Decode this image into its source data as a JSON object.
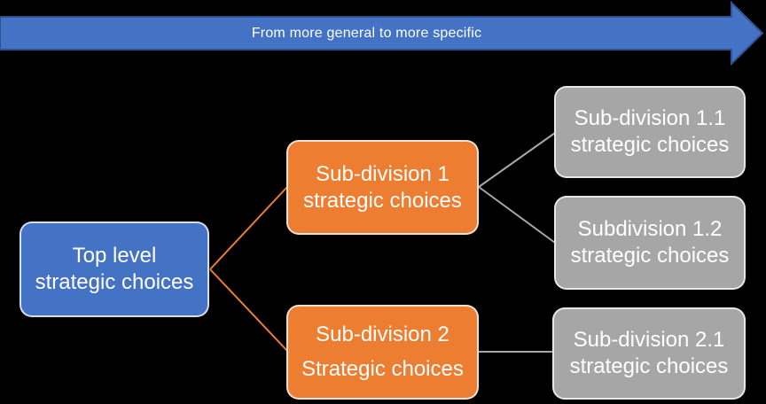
{
  "arrow": {
    "label": "From more general to more specific",
    "text_color": "#FFFFFF"
  },
  "colors": {
    "background": "#000000",
    "blue": "#4472C4",
    "blue_border": "#2F528F",
    "orange": "#ED7D31",
    "gray": "#A6A6A6",
    "node_border": "#F2F2F2",
    "node_text": "#FFFFFF",
    "connector_orange": "#ED7D31",
    "connector_gray": "#A6A6A6"
  },
  "nodes": [
    {
      "id": "top-level",
      "level": 1,
      "color": "blue",
      "lines": [
        "Top level",
        "strategic choices"
      ]
    },
    {
      "id": "sub-division-1",
      "level": 2,
      "color": "orange",
      "lines": [
        "Sub-division 1",
        "strategic choices"
      ]
    },
    {
      "id": "sub-division-2",
      "level": 2,
      "color": "orange",
      "lines": [
        "Sub-division 2",
        "Strategic choices"
      ]
    },
    {
      "id": "sub-division-11",
      "level": 3,
      "color": "gray",
      "lines": [
        "Sub-division 1.1",
        "strategic choices"
      ]
    },
    {
      "id": "sub-division-12",
      "level": 3,
      "color": "gray",
      "lines": [
        "Subdivision 1.2",
        "strategic choices"
      ]
    },
    {
      "id": "sub-division-21",
      "level": 3,
      "color": "gray",
      "lines": [
        "Sub-division 2.1",
        "strategic choices"
      ]
    }
  ],
  "edges": [
    {
      "from": "top-level",
      "to": "sub-division-1",
      "color": "connector_orange"
    },
    {
      "from": "top-level",
      "to": "sub-division-2",
      "color": "connector_orange"
    },
    {
      "from": "sub-division-1",
      "to": "sub-division-11",
      "color": "connector_gray"
    },
    {
      "from": "sub-division-1",
      "to": "sub-division-12",
      "color": "connector_gray"
    },
    {
      "from": "sub-division-2",
      "to": "sub-division-21",
      "color": "connector_gray"
    }
  ]
}
